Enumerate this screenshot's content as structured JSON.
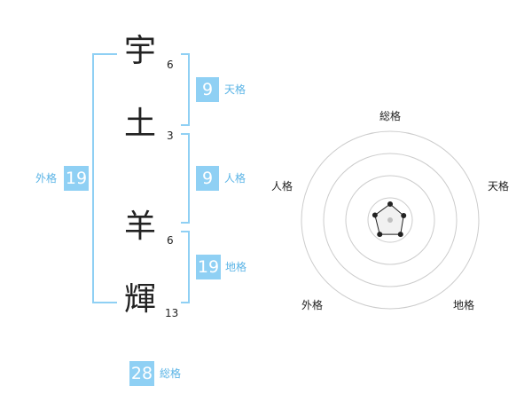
{
  "name_chars": [
    {
      "char": "宇",
      "strokes": "6"
    },
    {
      "char": "土",
      "strokes": "3"
    },
    {
      "char": "羊",
      "strokes": "6"
    },
    {
      "char": "輝",
      "strokes": "13"
    }
  ],
  "scores": {
    "tenkaku": {
      "value": "9",
      "label": "天格"
    },
    "jinkaku": {
      "value": "9",
      "label": "人格"
    },
    "chikaku": {
      "value": "19",
      "label": "地格"
    },
    "gaikaku": {
      "value": "19",
      "label": "外格"
    },
    "soukaku": {
      "value": "28",
      "label": "総格"
    }
  },
  "radar": {
    "labels": {
      "top": "総格",
      "right": "天格",
      "bottom_right": "地格",
      "bottom_left": "外格",
      "left": "人格"
    },
    "levels": [
      0.18,
      0.16,
      0.2,
      0.2,
      0.18
    ],
    "colors": {
      "ring": "#cccccc",
      "shape_fill": "#f1f1f1",
      "shape_stroke": "#222222",
      "center_dot": "#c0c0c0"
    }
  }
}
